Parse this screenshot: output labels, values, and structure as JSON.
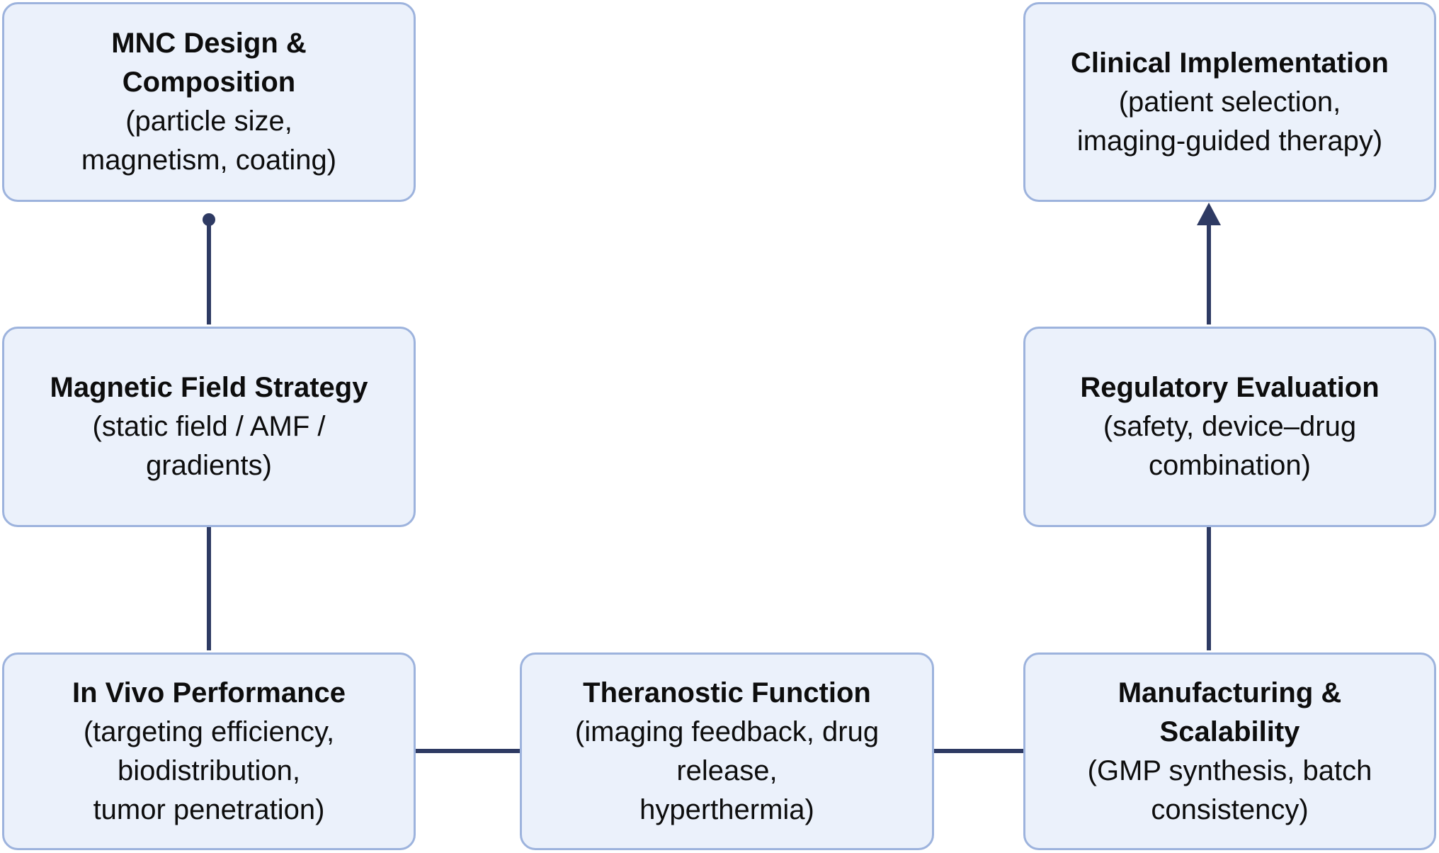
{
  "nodes": {
    "design": {
      "title": [
        "MNC Design &",
        "Composition"
      ],
      "detail": [
        "(particle size,",
        "magnetism, coating)"
      ]
    },
    "field": {
      "title": [
        "Magnetic Field Strategy"
      ],
      "detail": [
        "(static field / AMF /",
        "gradients)"
      ]
    },
    "invivo": {
      "title": [
        "In Vivo Performance"
      ],
      "detail": [
        "(targeting efficiency,",
        "biodistribution,",
        "tumor penetration)"
      ]
    },
    "theranostic": {
      "title": [
        "Theranostic Function"
      ],
      "detail": [
        "(imaging feedback, drug",
        "release,",
        "hyperthermia)"
      ]
    },
    "manufacturing": {
      "title": [
        "Manufacturing &",
        "Scalability"
      ],
      "detail": [
        "(GMP synthesis, batch",
        "consistency)"
      ]
    },
    "regulatory": {
      "title": [
        "Regulatory Evaluation"
      ],
      "detail": [
        "(safety, device–drug",
        "combination)"
      ]
    },
    "clinical": {
      "title": [
        "Clinical Implementation"
      ],
      "detail": [
        "(patient selection,",
        "imaging-guided therapy)"
      ]
    }
  },
  "colors": {
    "box_fill": "#ebf1fb",
    "box_border": "#9db3dd",
    "connector": "#2e3a63"
  }
}
